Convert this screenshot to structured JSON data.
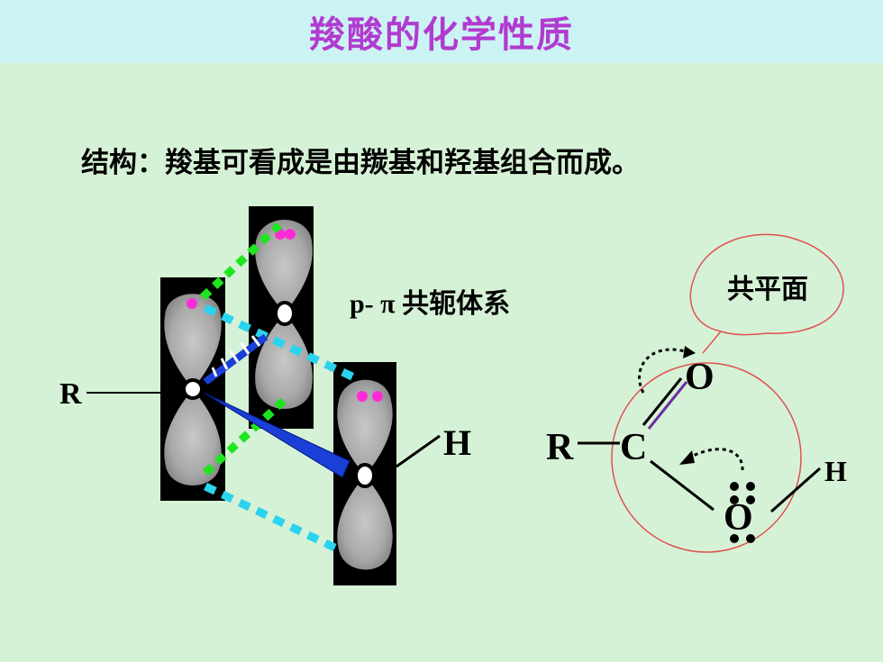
{
  "title": "羧酸的化学性质",
  "structure_text": "结构：羧基可看成是由羰基和羟基组合而成。",
  "conjugation_label": {
    "prefix": "p- π",
    "text": "共轭体系"
  },
  "coplanar_label": "共平面",
  "orbital_diagram": {
    "r_label": "R",
    "h_label": "H"
  },
  "molecule": {
    "r": "R",
    "c": "C",
    "o_top": "O",
    "o_bottom": "O",
    "h": "H"
  },
  "colors": {
    "title": "#b23ad0",
    "background": "#d6f2d6",
    "title_bar": "#ccf3f3",
    "green_dash": "#1ee61e",
    "cyan_dash": "#2ad4ef",
    "blue_bond": "#1a3fd6",
    "magenta_dot": "#ff2bd6",
    "circle": "#e05050"
  }
}
